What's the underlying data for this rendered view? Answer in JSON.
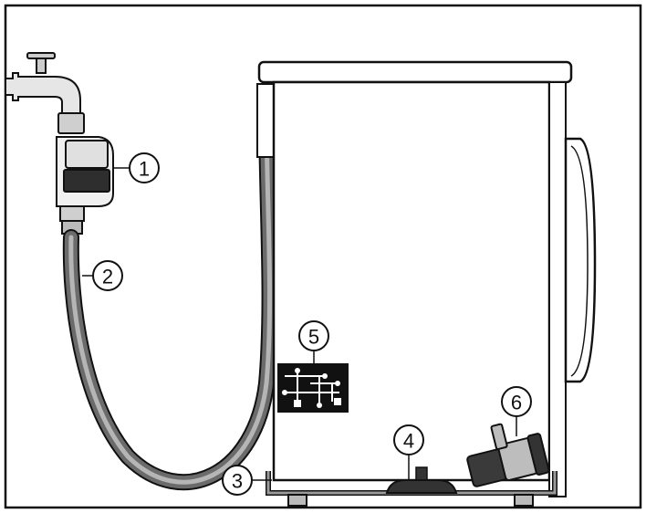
{
  "colors": {
    "outline": "#111111",
    "machine_body": "#ffffff",
    "hose_outer": "#6b6b6b",
    "hose_inner": "#b5b5b5",
    "pcb": "#111111",
    "tray": "#9a9a9a",
    "pump_dark": "#3a3a3a",
    "pump_light": "#bdbdbd"
  },
  "callouts": [
    {
      "number": "1",
      "part_icon": "aquastop-valve-icon"
    },
    {
      "number": "2",
      "part_icon": "inlet-hose-icon"
    },
    {
      "number": "3",
      "part_icon": "base-tray-icon"
    },
    {
      "number": "4",
      "part_icon": "float-switch-icon"
    },
    {
      "number": "5",
      "part_icon": "control-board-icon"
    },
    {
      "number": "6",
      "part_icon": "drain-pump-icon"
    }
  ]
}
